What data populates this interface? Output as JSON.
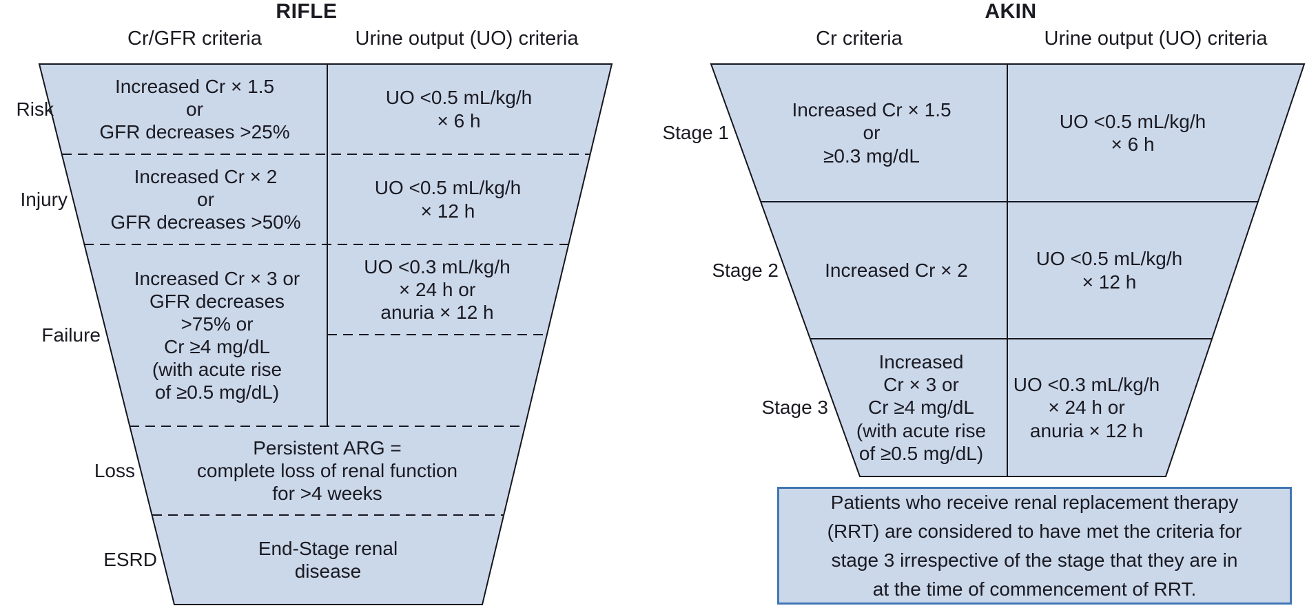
{
  "colors": {
    "funnel_fill": "#cbd8ea",
    "outline": "#16161e",
    "text": "#1a1a22",
    "note_border": "#4276b4"
  },
  "rifle": {
    "title": "RIFLE",
    "col1_header": "Cr/GFR criteria",
    "col2_header": "Urine output (UO) criteria",
    "rows": [
      {
        "label": "Risk",
        "cr": "Increased Cr × 1.5\nor\nGFR decreases >25%",
        "uo": "UO <0.5 mL/kg/h\n× 6 h"
      },
      {
        "label": "Injury",
        "cr": "Increased Cr × 2\nor\nGFR decreases >50%",
        "uo": "UO <0.5 mL/kg/h\n× 12 h"
      },
      {
        "label": "Failure",
        "cr": "Increased Cr × 3 or\nGFR decreases\n>75% or\nCr ≥4 mg/dL\n(with acute rise\nof ≥0.5 mg/dL)",
        "uo": "UO <0.3 mL/kg/h\n× 24 h or\nanuria × 12 h"
      },
      {
        "label": "Loss",
        "text": "Persistent ARG =\ncomplete loss of renal function\nfor >4 weeks"
      },
      {
        "label": "ESRD",
        "text": "End-Stage renal\ndisease"
      }
    ]
  },
  "akin": {
    "title": "AKIN",
    "col1_header": "Cr criteria",
    "col2_header": "Urine output (UO) criteria",
    "rows": [
      {
        "label": "Stage 1",
        "cr": "Increased Cr × 1.5\nor\n≥0.3 mg/dL",
        "uo": "UO <0.5 mL/kg/h\n× 6 h"
      },
      {
        "label": "Stage 2",
        "cr": "Increased Cr × 2",
        "uo": "UO <0.5 mL/kg/h\n× 12 h"
      },
      {
        "label": "Stage 3",
        "cr": "Increased\nCr × 3 or\nCr ≥4 mg/dL\n(with acute rise\nof ≥0.5 mg/dL)",
        "uo": "UO <0.3 mL/kg/h\n× 24 h or\nanuria × 12 h"
      }
    ],
    "note": "Patients who receive renal replacement therapy\n(RRT) are considered to have met the criteria for\nstage 3 irrespective of the stage that they are in\nat the time of commencement of RRT."
  }
}
